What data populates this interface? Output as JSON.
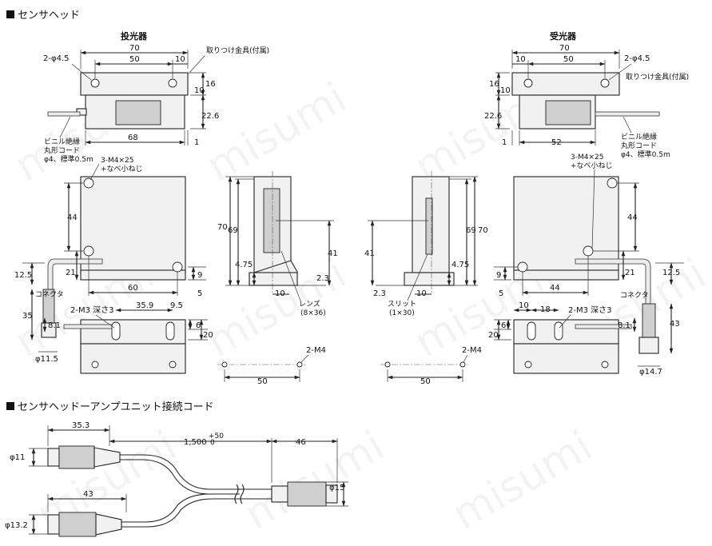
{
  "sections": {
    "sensor_head": "センサヘッド",
    "cable": "センサヘッドーアンプユニット接続コード"
  },
  "views": {
    "emitter": "投光器",
    "receiver": "受光器"
  },
  "labels": {
    "hole_dia": "2-φ4.5",
    "bracket": "取りつけ金具(付属)",
    "cable_line1": "ビニル絶縁",
    "cable_line2": "丸形コード",
    "cable_line3": "φ4、標準0.5m",
    "screw1": "3-M4×25",
    "screw2": "+なべ小ねじ",
    "connector": "コネクタ",
    "tap_m3": "2-M3 深さ3",
    "hole_m4": "2-M4",
    "lens1": "レンズ",
    "lens2": "(8×36)",
    "slit1": "スリット",
    "slit2": "(1×30)",
    "watermark": "misumi"
  },
  "dims": {
    "d70": "70",
    "d50": "50",
    "d10": "10",
    "d16": "16",
    "d22_6": "22.6",
    "d68": "68",
    "d1": "1",
    "d52": "52",
    "d44": "44",
    "d12_5": "12.5",
    "d21": "21",
    "d9": "9",
    "d5": "5",
    "d60": "60",
    "d35": "35",
    "d8_1": "8.1",
    "d35_9": "35.9",
    "d9_5": "9.5",
    "d6": "6",
    "d20": "20",
    "d11_5": "φ11.5",
    "d69": "69",
    "d41": "41",
    "d4_75": "4.75",
    "d2_3": "2.3",
    "d18": "18",
    "d43": "43",
    "d14_7": "φ14.7",
    "d35_3": "35.3",
    "d1500": "1,500",
    "tol_plus": "+50",
    "tol_zero": "0",
    "d46": "46",
    "d_phi11": "φ11",
    "d_phi13_2": "φ13.2",
    "d_phi15": "φ15"
  }
}
